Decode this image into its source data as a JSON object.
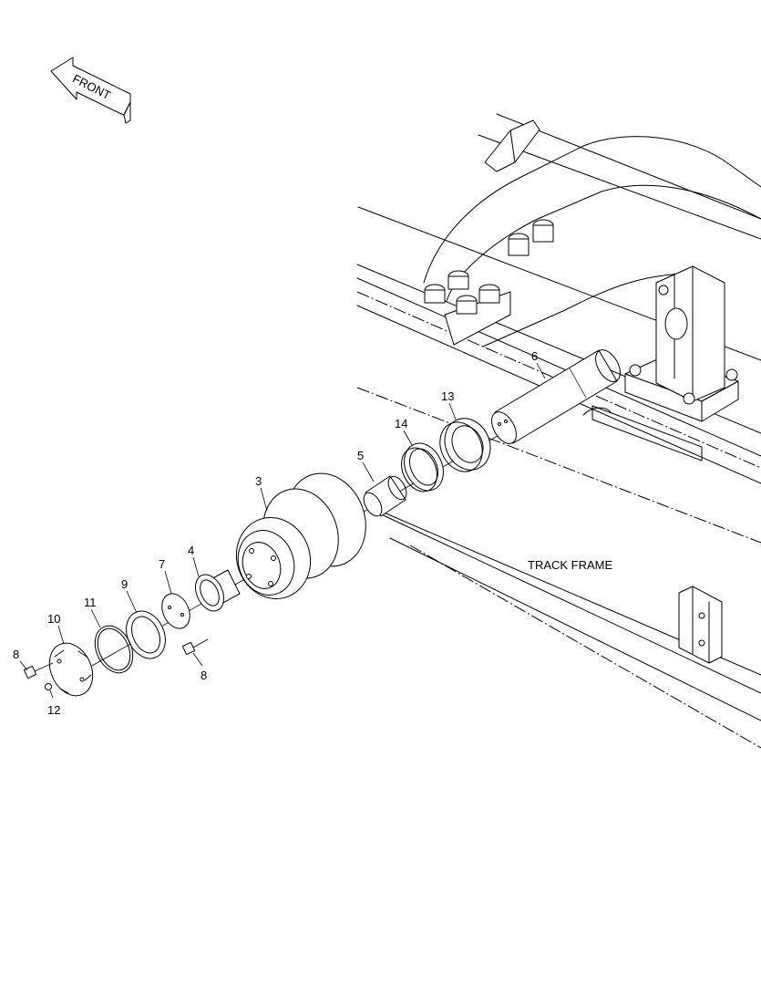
{
  "front_arrow": {
    "text": "FRONT"
  },
  "frame_caption": "TRACK FRAME",
  "callouts": {
    "p3": "3",
    "p4": "4",
    "p5": "5",
    "p6": "6",
    "p7": "7",
    "p8a": "8",
    "p8b": "8",
    "p9": "9",
    "p10": "10",
    "p11": "11",
    "p12": "12",
    "p13": "13",
    "p14": "14"
  }
}
